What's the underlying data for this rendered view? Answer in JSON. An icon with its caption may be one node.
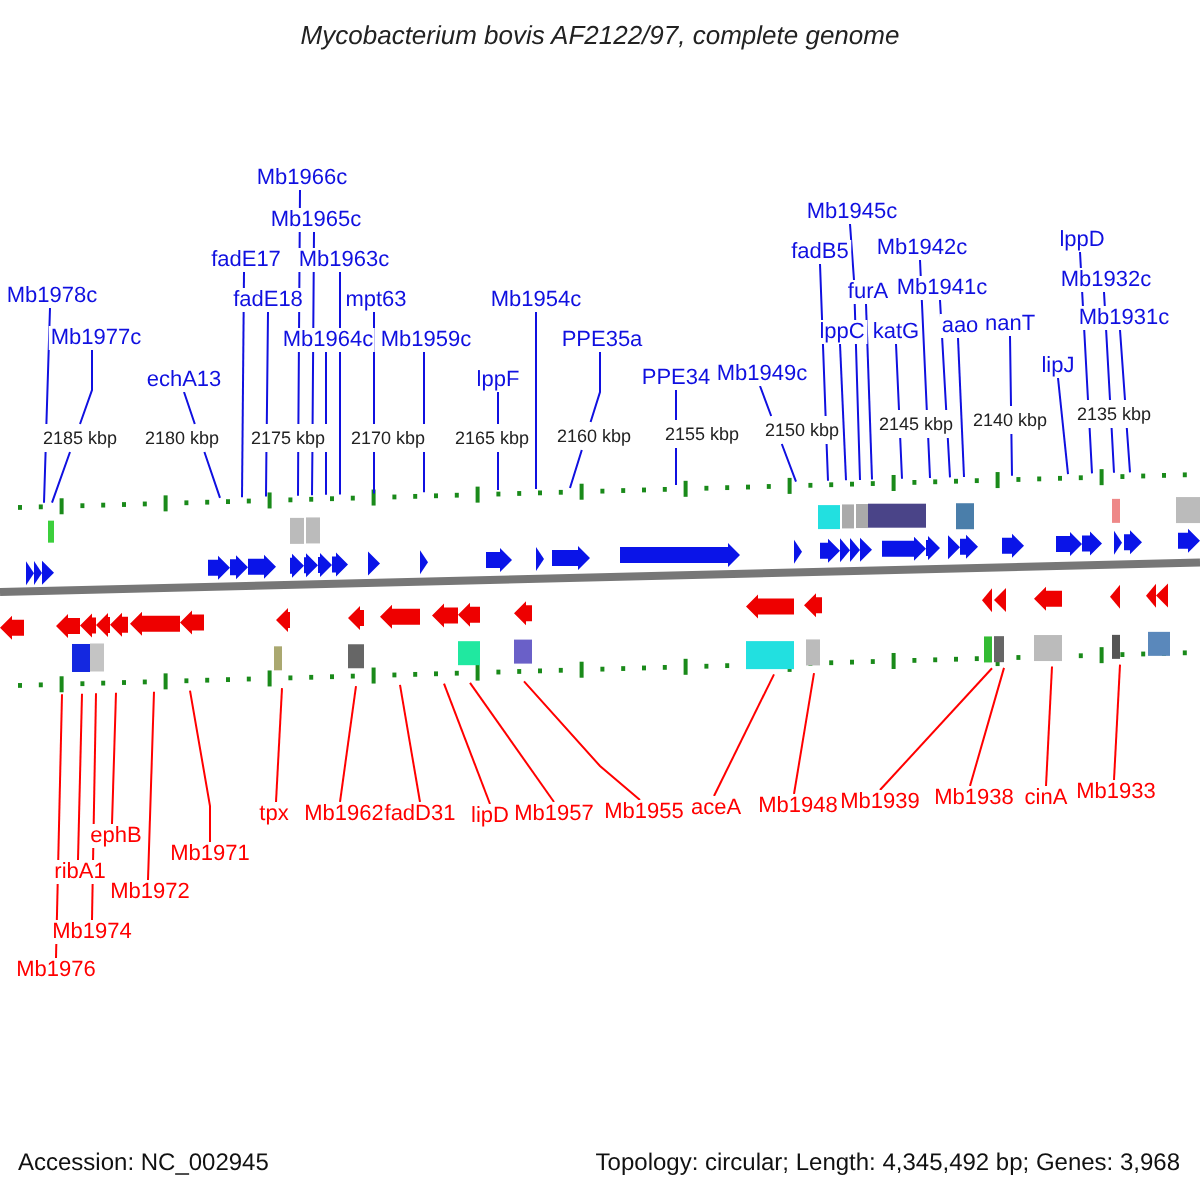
{
  "diagram": {
    "title": "Mycobacterium bovis AF2122/97, complete genome",
    "nodes": [
      {
        "text": [
          "Mb1978c"
        ]
      },
      {
        "text": [
          "Mb1977c"
        ]
      },
      {
        "text": [
          "echA13"
        ]
      },
      {
        "text": [
          "fadE17"
        ]
      },
      {
        "text": [
          "fadE18"
        ]
      },
      {
        "text": [
          "Mb1966c"
        ]
      },
      {
        "text": [
          "Mb1965c"
        ]
      },
      {
        "text": [
          "Mb1964c"
        ]
      },
      {
        "text": [
          "Mb1963c"
        ]
      },
      {
        "text": [
          "mpt63"
        ]
      },
      {
        "text": [
          "Mb1959c"
        ]
      },
      {
        "text": [
          "lppF"
        ]
      },
      {
        "text": [
          "Mb1954c"
        ]
      },
      {
        "text": [
          "PPE35a"
        ]
      },
      {
        "text": [
          "PPE34"
        ]
      },
      {
        "text": [
          "Mb1949c"
        ]
      },
      {
        "text": [
          "fadB5"
        ]
      },
      {
        "text": [
          "lppC"
        ]
      },
      {
        "text": [
          "Mb1945c"
        ]
      },
      {
        "text": [
          "furA"
        ]
      },
      {
        "text": [
          "katG"
        ]
      },
      {
        "text": [
          "Mb1942c"
        ]
      },
      {
        "text": [
          "Mb1941c"
        ]
      },
      {
        "text": [
          "aao"
        ]
      },
      {
        "text": [
          "nanT"
        ]
      },
      {
        "text": [
          "lipJ"
        ]
      },
      {
        "text": [
          "lppD"
        ]
      },
      {
        "text": [
          "Mb1932c"
        ]
      },
      {
        "text": [
          "Mb1931c"
        ]
      },
      {
        "text": [
          "Mb1976"
        ]
      },
      {
        "text": [
          "Mb1974"
        ]
      },
      {
        "text": [
          "ribA1"
        ]
      },
      {
        "text": [
          "ephB"
        ]
      },
      {
        "text": [
          "Mb1972"
        ]
      },
      {
        "text": [
          "Mb1971"
        ]
      },
      {
        "text": [
          "tpx"
        ]
      },
      {
        "text": [
          "Mb1962"
        ]
      },
      {
        "text": [
          "fadD31"
        ]
      },
      {
        "text": [
          "lipD"
        ]
      },
      {
        "text": [
          "Mb1957"
        ]
      },
      {
        "text": [
          "Mb1955"
        ]
      },
      {
        "text": [
          "aceA"
        ]
      },
      {
        "text": [
          "Mb1948"
        ]
      },
      {
        "text": [
          "Mb1939"
        ]
      },
      {
        "text": [
          "Mb1938"
        ]
      },
      {
        "text": [
          "cinA"
        ]
      },
      {
        "text": [
          "Mb1933"
        ]
      }
    ],
    "edges": [
      {
        "from": 0,
        "to": null,
        "arrow": "none"
      },
      {
        "from": 1,
        "to": null,
        "arrow": "none"
      },
      {
        "from": 2,
        "to": null,
        "arrow": "none"
      },
      {
        "from": 3,
        "to": null,
        "arrow": "none"
      },
      {
        "from": 4,
        "to": null,
        "arrow": "none"
      },
      {
        "from": 5,
        "to": null,
        "arrow": "none"
      },
      {
        "from": 6,
        "to": null,
        "arrow": "none"
      },
      {
        "from": 7,
        "to": null,
        "arrow": "none"
      },
      {
        "from": 8,
        "to": null,
        "arrow": "none"
      },
      {
        "from": 9,
        "to": null,
        "arrow": "none"
      },
      {
        "from": 10,
        "to": null,
        "arrow": "none"
      },
      {
        "from": 11,
        "to": null,
        "arrow": "none"
      },
      {
        "from": 12,
        "to": null,
        "arrow": "none"
      },
      {
        "from": 13,
        "to": null,
        "arrow": "none"
      },
      {
        "from": 14,
        "to": null,
        "arrow": "none"
      },
      {
        "from": 15,
        "to": null,
        "arrow": "none"
      },
      {
        "from": 16,
        "to": null,
        "arrow": "none"
      },
      {
        "from": 17,
        "to": null,
        "arrow": "none"
      },
      {
        "from": 18,
        "to": null,
        "arrow": "none"
      },
      {
        "from": 19,
        "to": null,
        "arrow": "none"
      },
      {
        "from": 20,
        "to": null,
        "arrow": "none"
      },
      {
        "from": 21,
        "to": null,
        "arrow": "none"
      },
      {
        "from": 22,
        "to": null,
        "arrow": "none"
      },
      {
        "from": 23,
        "to": null,
        "arrow": "none"
      },
      {
        "from": 24,
        "to": null,
        "arrow": "none"
      },
      {
        "from": 25,
        "to": null,
        "arrow": "none"
      },
      {
        "from": 26,
        "to": null,
        "arrow": "none"
      },
      {
        "from": 27,
        "to": null,
        "arrow": "none"
      },
      {
        "from": 28,
        "to": null,
        "arrow": "none"
      },
      {
        "from": 29,
        "to": null,
        "arrow": "none",
        "color": "#ff0000"
      },
      {
        "from": 30,
        "to": null,
        "arrow": "none",
        "color": "#ff0000"
      },
      {
        "from": 31,
        "to": null,
        "arrow": "none",
        "color": "#ff0000"
      },
      {
        "from": 32,
        "to": null,
        "arrow": "none",
        "color": "#ff0000"
      },
      {
        "from": 33,
        "to": null,
        "arrow": "none",
        "color": "#ff0000"
      },
      {
        "from": 34,
        "to": null,
        "arrow": "none",
        "color": "#ff0000"
      },
      {
        "from": 35,
        "to": null,
        "arrow": "none",
        "color": "#ff0000"
      },
      {
        "from": 36,
        "to": null,
        "arrow": "none",
        "color": "#ff0000"
      },
      {
        "from": 37,
        "to": null,
        "arrow": "none",
        "color": "#ff0000"
      },
      {
        "from": 38,
        "to": null,
        "arrow": "none",
        "color": "#ff0000"
      },
      {
        "from": 39,
        "to": null,
        "arrow": "none",
        "color": "#ff0000"
      },
      {
        "from": 40,
        "to": null,
        "arrow": "none",
        "color": "#ff0000"
      },
      {
        "from": 41,
        "to": null,
        "arrow": "none",
        "color": "#ff0000"
      },
      {
        "from": 42,
        "to": null,
        "arrow": "none",
        "color": "#ff0000"
      },
      {
        "from": 43,
        "to": null,
        "arrow": "none",
        "color": "#ff0000"
      },
      {
        "from": 44,
        "to": null,
        "arrow": "none",
        "color": "#ff0000"
      },
      {
        "from": 45,
        "to": null,
        "arrow": "none",
        "color": "#ff0000"
      },
      {
        "from": 46,
        "to": null,
        "arrow": "none",
        "color": "#ff0000"
      }
    ],
    "labels": [
      "2185 kbp",
      "2180 kbp",
      "2175 kbp",
      "2170 kbp",
      "2165 kbp",
      "2160 kbp",
      "2155 kbp",
      "2150 kbp",
      "2145 kbp",
      "2140 kbp",
      "2135 kbp",
      "Accession: NC_002945",
      "Topology: circular; Length: 4,345,492 bp; Genes: 3,968"
    ]
  }
}
